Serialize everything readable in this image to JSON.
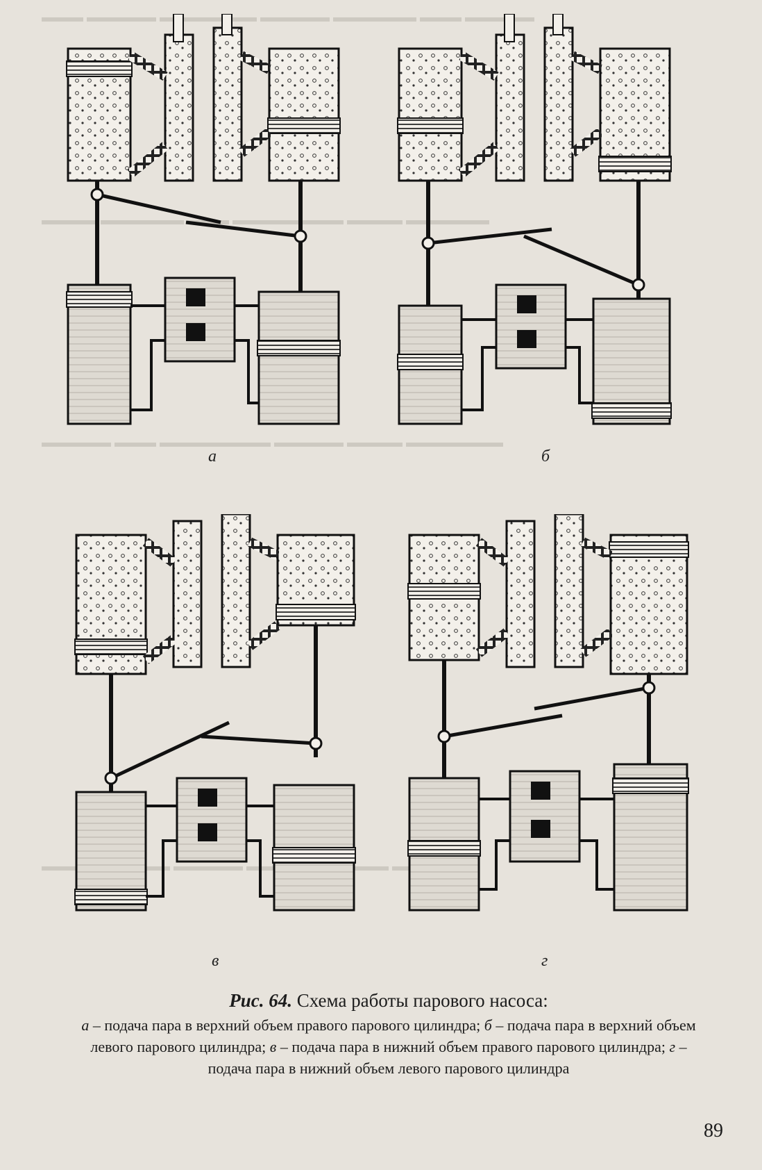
{
  "figure": {
    "number": "Рис. 64.",
    "title": "Схема работы парового насоса:",
    "panels": [
      {
        "letter": "а",
        "desc": "подача пара в верхний объем правого парового цилиндра"
      },
      {
        "letter": "б",
        "desc": "подача пара в верхний объем левого парового цилиндра"
      },
      {
        "letter": "в",
        "desc": "подача пара в нижний объем правого парового цилиндра"
      },
      {
        "letter": "г",
        "desc": "подача пара в нижний объем левого парового цилиндра"
      }
    ],
    "dash": " – ",
    "separator": "; "
  },
  "page_number": "89",
  "colors": {
    "paper": "#e7e3dc",
    "ink": "#1c1c1c",
    "bleed_through": "#b9b4ab"
  }
}
